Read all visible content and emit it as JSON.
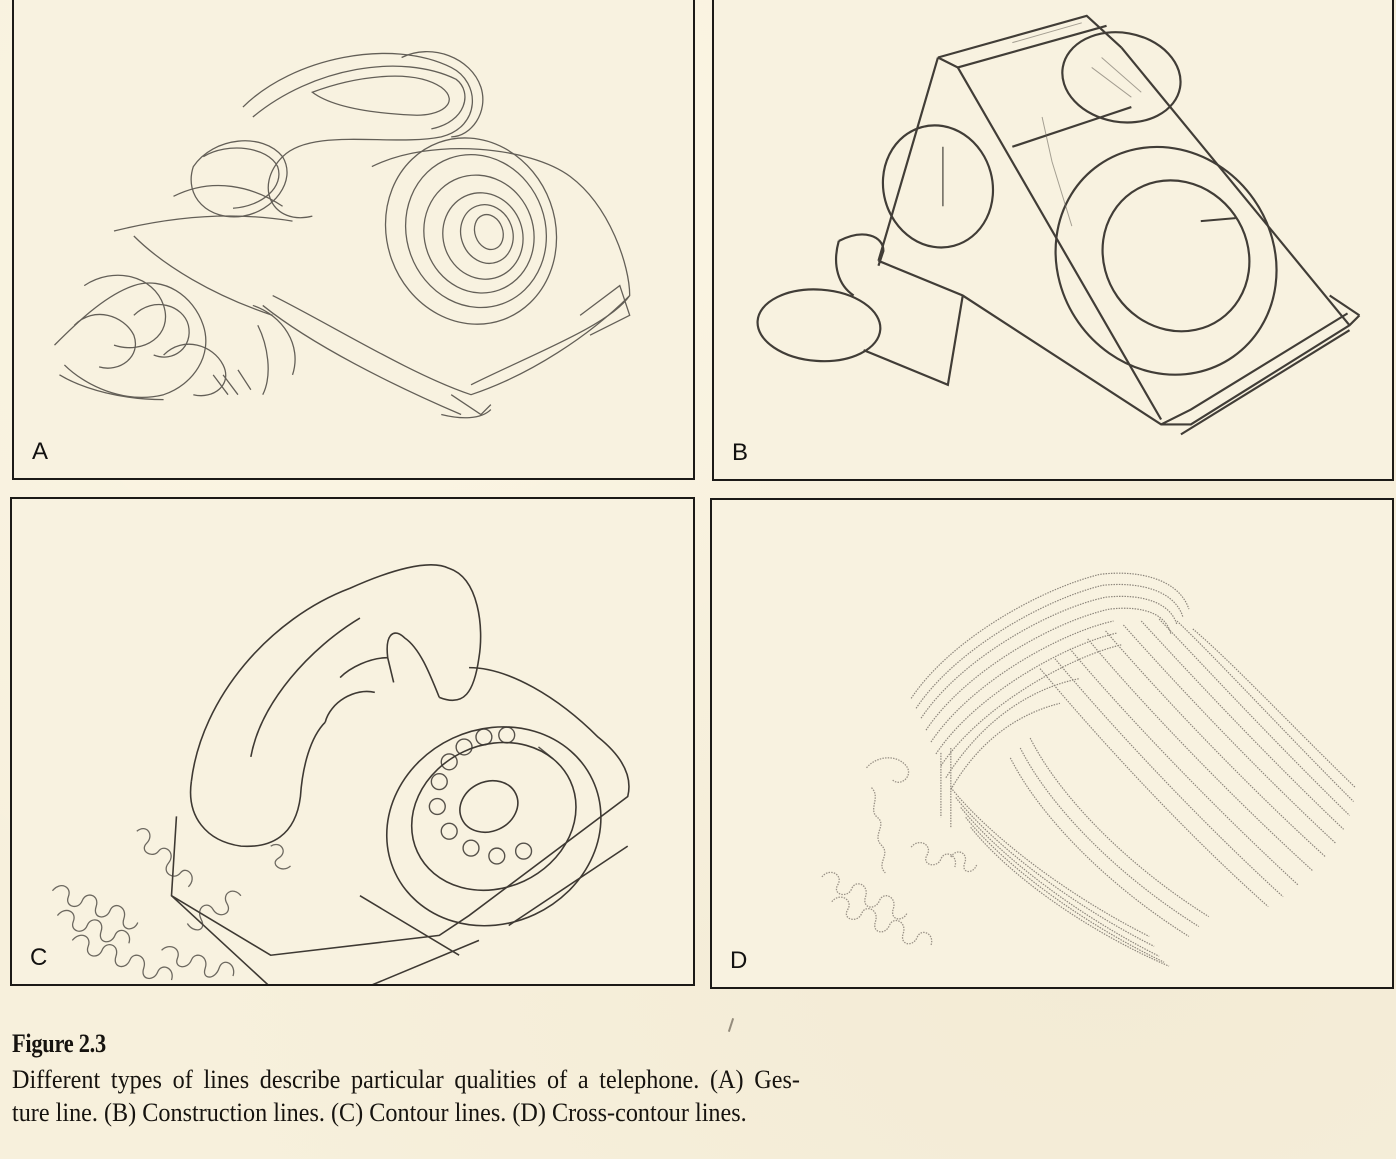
{
  "figure": {
    "label": "Figure 2.3",
    "caption_lines": [
      "Different types of lines describe particular qualities of a telephone. (A) Ges-",
      "ture line. (B) Construction lines. (C) Contour lines. (D) Cross-contour lines."
    ],
    "caption_full": "Different types of lines describe particular qualities of a telephone. (A) Gesture line. (B) Construction lines. (C) Contour lines. (D) Cross-contour lines."
  },
  "panels": [
    {
      "id": "A",
      "letter": "A",
      "subject": "telephone",
      "line_type": "Gesture line"
    },
    {
      "id": "B",
      "letter": "B",
      "subject": "telephone",
      "line_type": "Construction lines"
    },
    {
      "id": "C",
      "letter": "C",
      "subject": "telephone",
      "line_type": "Contour lines"
    },
    {
      "id": "D",
      "letter": "D",
      "subject": "telephone",
      "line_type": "Cross-contour lines"
    }
  ],
  "colors": {
    "paper": "#f7f0dc",
    "ink": "#1c1a17",
    "pencil": "#3a3631"
  }
}
